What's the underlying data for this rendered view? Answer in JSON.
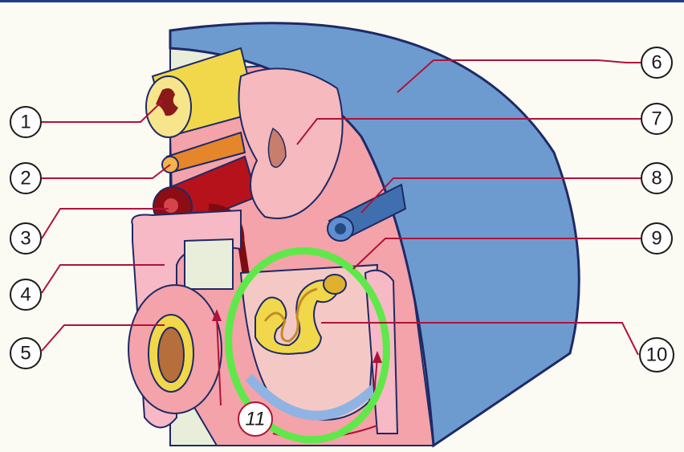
{
  "diagram": {
    "callouts": [
      {
        "id": "1",
        "label": "1"
      },
      {
        "id": "2",
        "label": "2"
      },
      {
        "id": "3",
        "label": "3"
      },
      {
        "id": "4",
        "label": "4"
      },
      {
        "id": "5",
        "label": "5"
      },
      {
        "id": "6",
        "label": "6"
      },
      {
        "id": "7",
        "label": "7"
      },
      {
        "id": "8",
        "label": "8"
      },
      {
        "id": "9",
        "label": "9"
      },
      {
        "id": "10",
        "label": "10"
      },
      {
        "id": "11",
        "label": "11"
      }
    ],
    "colors": {
      "outer_wall": "#6d9bd0",
      "tissue_pink": "#f3a3a9",
      "tissue_light": "#f9c8c8",
      "artery_red": "#b5121b",
      "nerve_yellow": "#f0d84a",
      "vein_blue": "#3f6fae",
      "leader_line": "#b0123a",
      "highlight_ring": "#5fe84a"
    }
  }
}
